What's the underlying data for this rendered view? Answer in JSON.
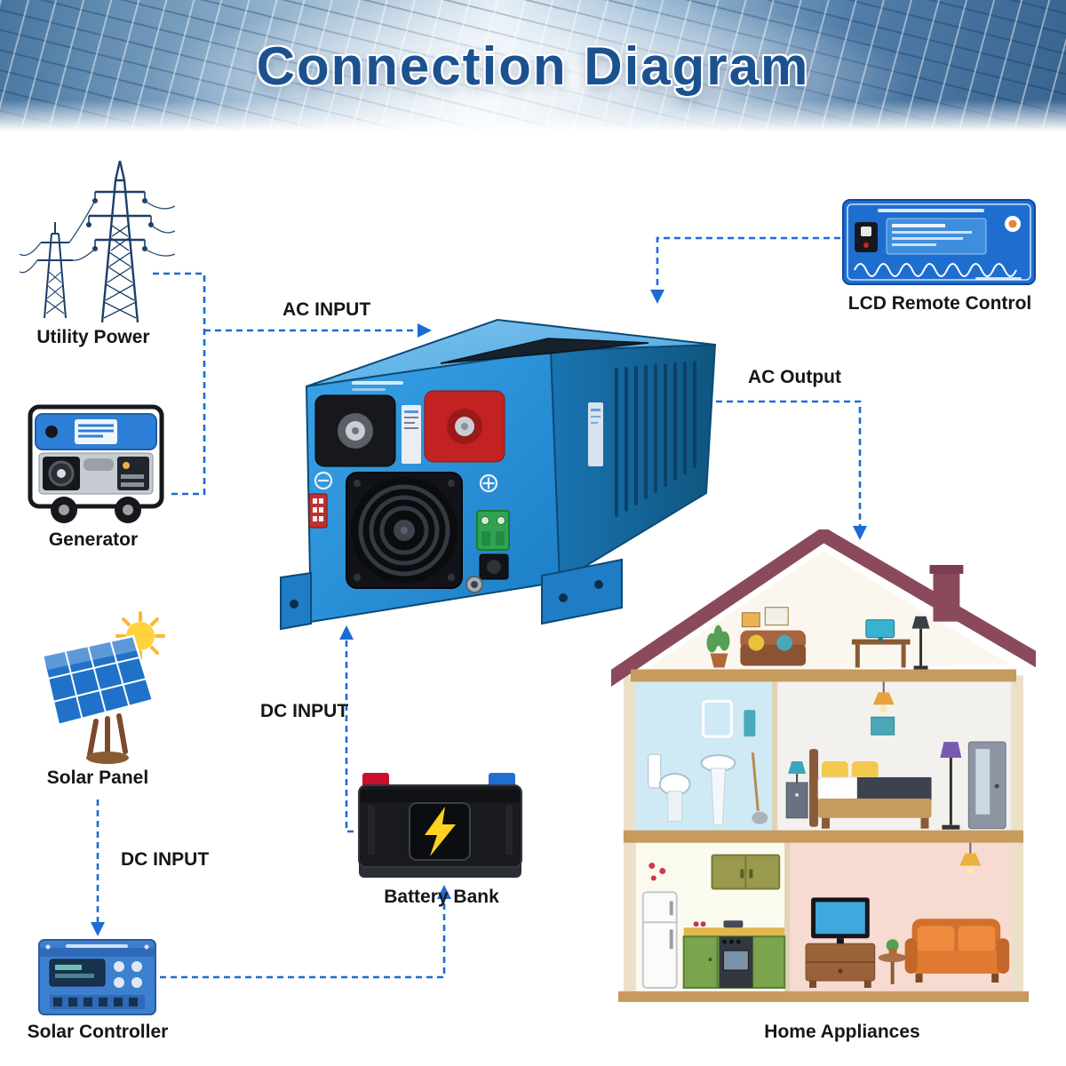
{
  "header": {
    "title": "Connection Diagram"
  },
  "labels": {
    "utility_power": "Utility Power",
    "generator": "Generator",
    "solar_panel": "Solar Panel",
    "solar_controller": "Solar Controller",
    "lcd_remote": "LCD Remote Control",
    "battery_bank": "Battery Bank",
    "home_appliances": "Home Appliances"
  },
  "connection_labels": {
    "ac_input": "AC INPUT",
    "ac_output": "AC Output",
    "dc_input_battery": "DC INPUT",
    "dc_input_solar": "DC INPUT"
  },
  "icons": {
    "utility_power": "transmission-towers-icon",
    "generator": "portable-generator-icon",
    "solar_panel": "solar-panel-icon",
    "solar_controller": "solar-charge-controller-icon",
    "inverter": "power-inverter-image",
    "lcd_remote": "lcd-remote-control-icon",
    "battery_bank": "battery-bank-icon",
    "home_appliances": "house-cross-section-icon"
  },
  "colors": {
    "wire": "#1d6bd2",
    "title": "#1b518f",
    "label_text": "#16161a",
    "inverter_blue": "#2391dc",
    "battery_bolt": "#ffd21f",
    "roof": "#8a4a5c"
  }
}
